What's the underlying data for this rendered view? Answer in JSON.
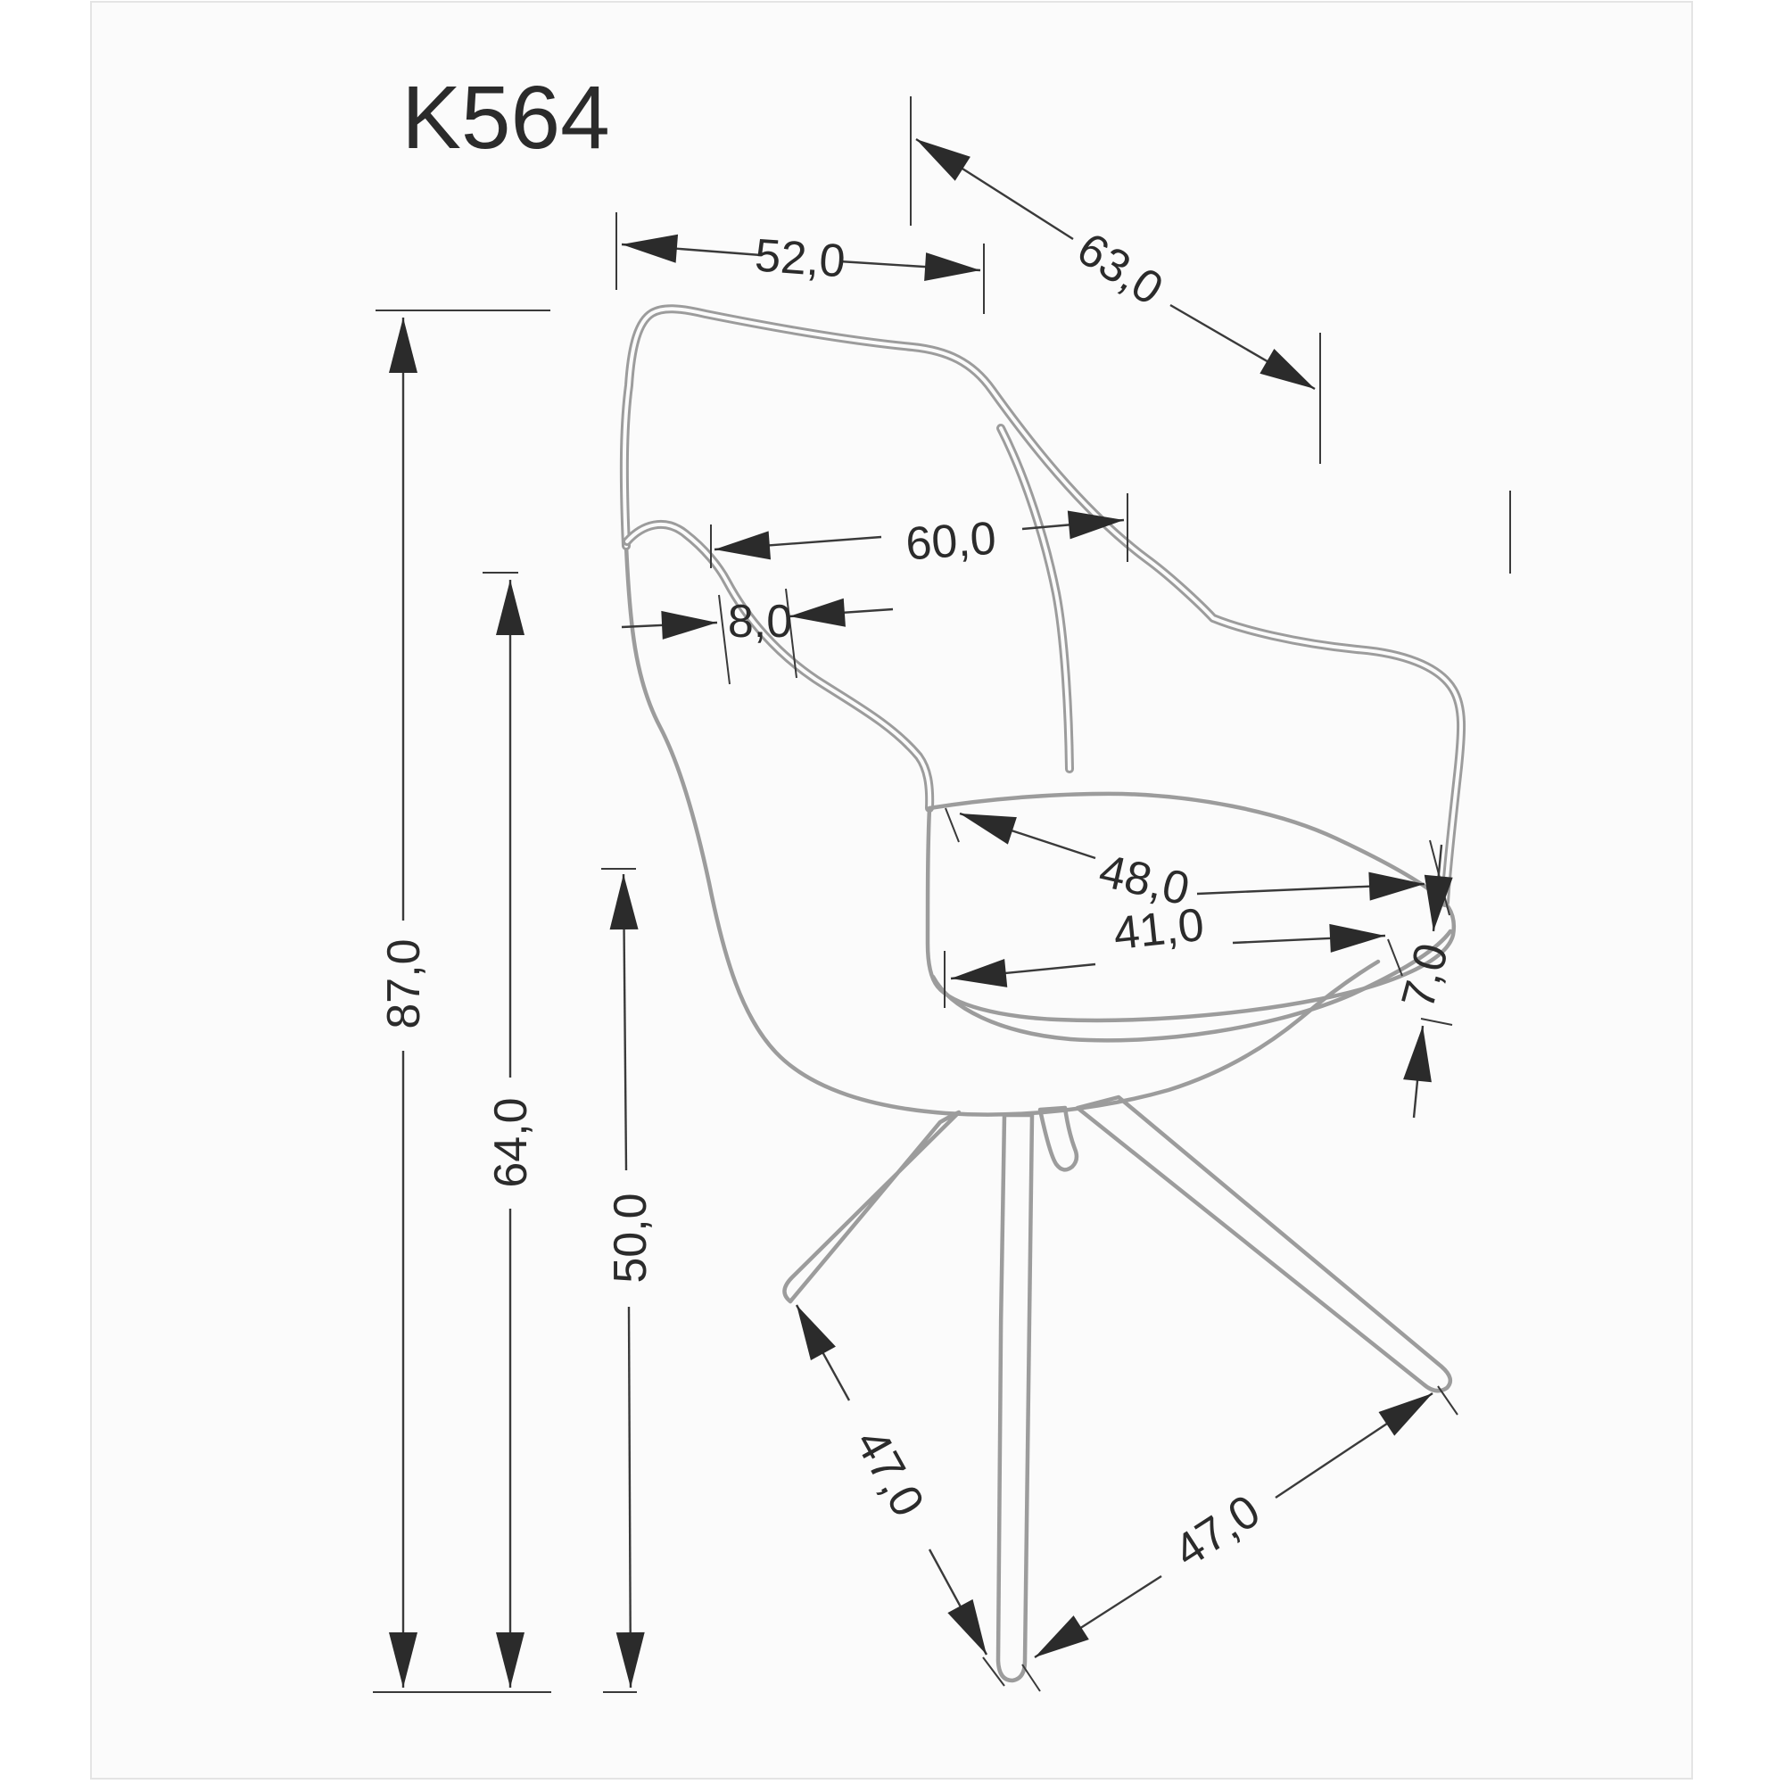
{
  "title": "K564",
  "labels": {
    "title": "K564",
    "back_top_width": "52,0",
    "total_depth": "63,0",
    "back_width": "60,0",
    "armrest_width": "8,0",
    "seat_depth": "48,0",
    "seat_width": "41,0",
    "cushion_thickness": "7,0",
    "total_height": "87,0",
    "backrest_height": "64,0",
    "seat_height": "50,0",
    "front_leg_span": "47,0",
    "side_leg_span": "47,0"
  },
  "colors": {
    "chair_line": "#9c9c9c",
    "dim_line": "#3a3a3a",
    "arrow": "#2b2b2b",
    "text": "#2b2b2b",
    "panel_bg": "#fbfbfb",
    "panel_border": "#e4e4e4"
  }
}
